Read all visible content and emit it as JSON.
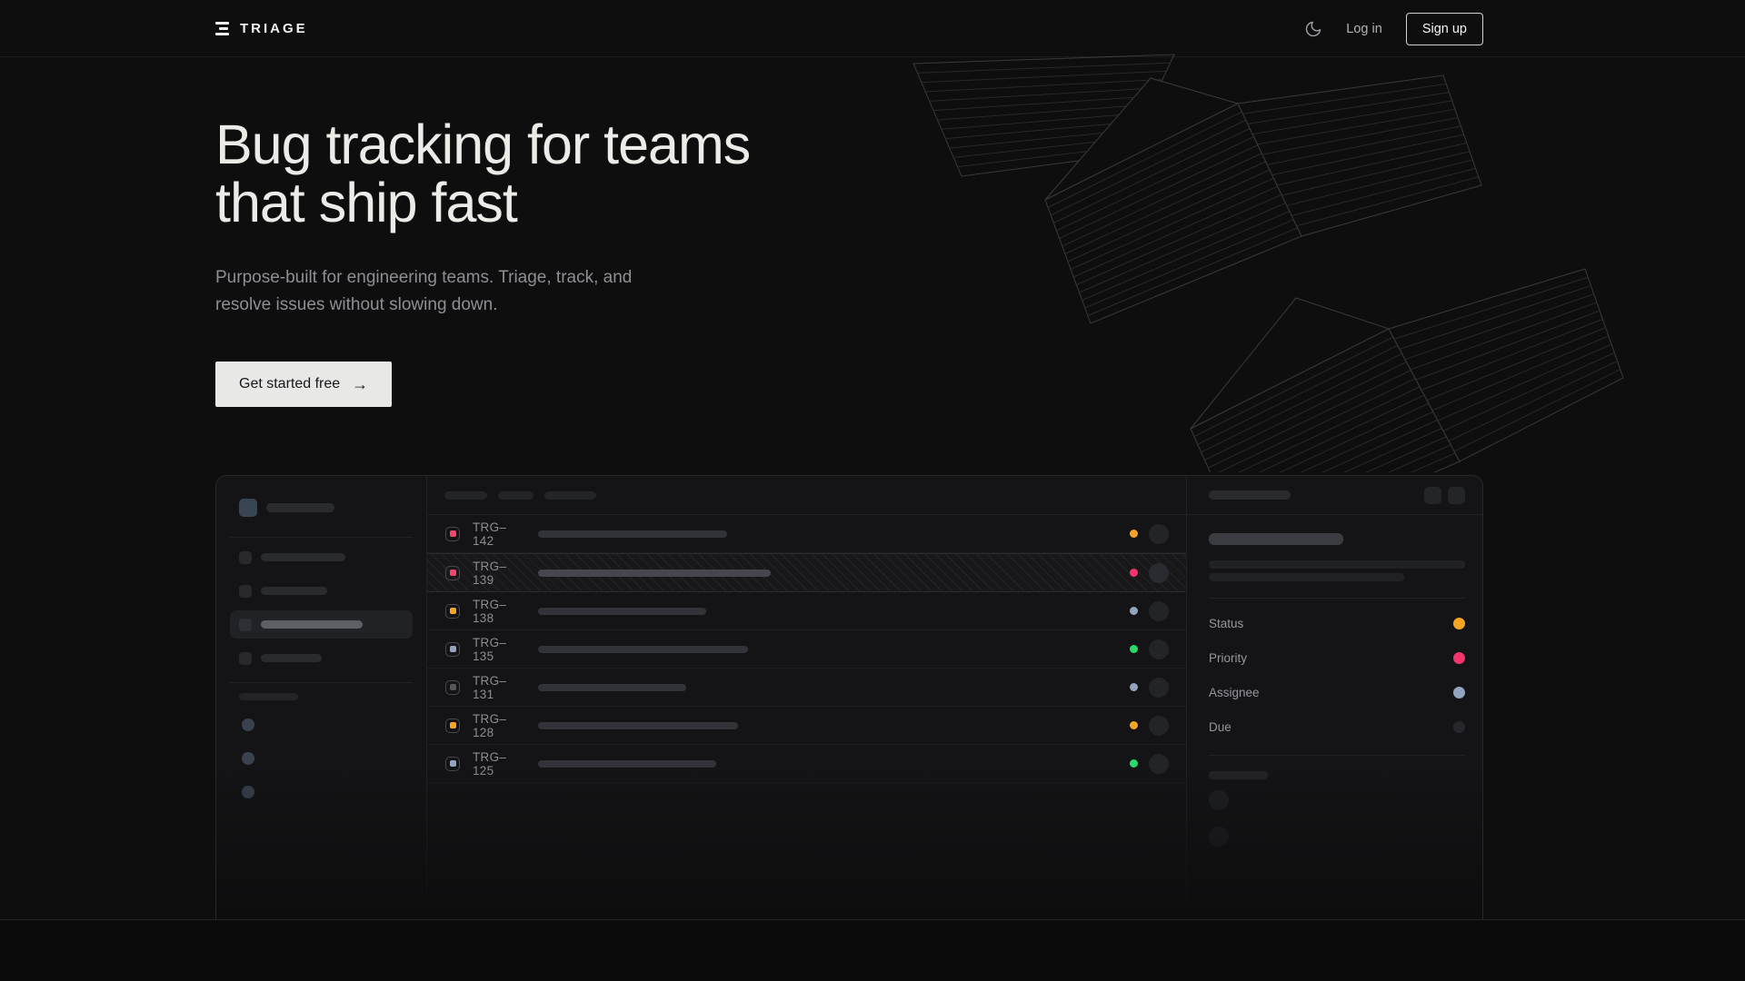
{
  "nav": {
    "brand": "TRIAGE",
    "login_label": "Log in",
    "signup_label": "Sign up"
  },
  "hero": {
    "headline_line1": "Bug tracking for teams",
    "headline_line2": "that ship fast",
    "subtitle": "Purpose-built for engineering teams. Triage, track, and resolve issues without slowing down.",
    "cta_label": "Get started free",
    "cta_arrow": "→"
  },
  "mockup": {
    "issues": [
      {
        "id": "TRG–142",
        "icon_color": "#f2456b",
        "dot_color": "#f5a524"
      },
      {
        "id": "TRG–139",
        "icon_color": "#f2456b",
        "dot_color": "#f2356d"
      },
      {
        "id": "TRG–138",
        "icon_color": "#f5a524",
        "dot_color": "#93a4c2"
      },
      {
        "id": "TRG–135",
        "icon_color": "#93a4c2",
        "dot_color": "#2bd968"
      },
      {
        "id": "TRG–131",
        "icon_color": "#55565c",
        "dot_color": "#93a4c2"
      },
      {
        "id": "TRG–128",
        "icon_color": "#f5a524",
        "dot_color": "#f5a524"
      },
      {
        "id": "TRG–125",
        "icon_color": "#93a4c2",
        "dot_color": "#2bd968"
      }
    ],
    "panel": {
      "properties": [
        {
          "label": "Status",
          "dot_color": "#f5a524"
        },
        {
          "label": "Priority",
          "dot_color": "#f2356d"
        },
        {
          "label": "Assignee",
          "dot_color": "#93a4c2"
        },
        {
          "label": "Due",
          "dot_color": "#26272c"
        }
      ]
    }
  }
}
